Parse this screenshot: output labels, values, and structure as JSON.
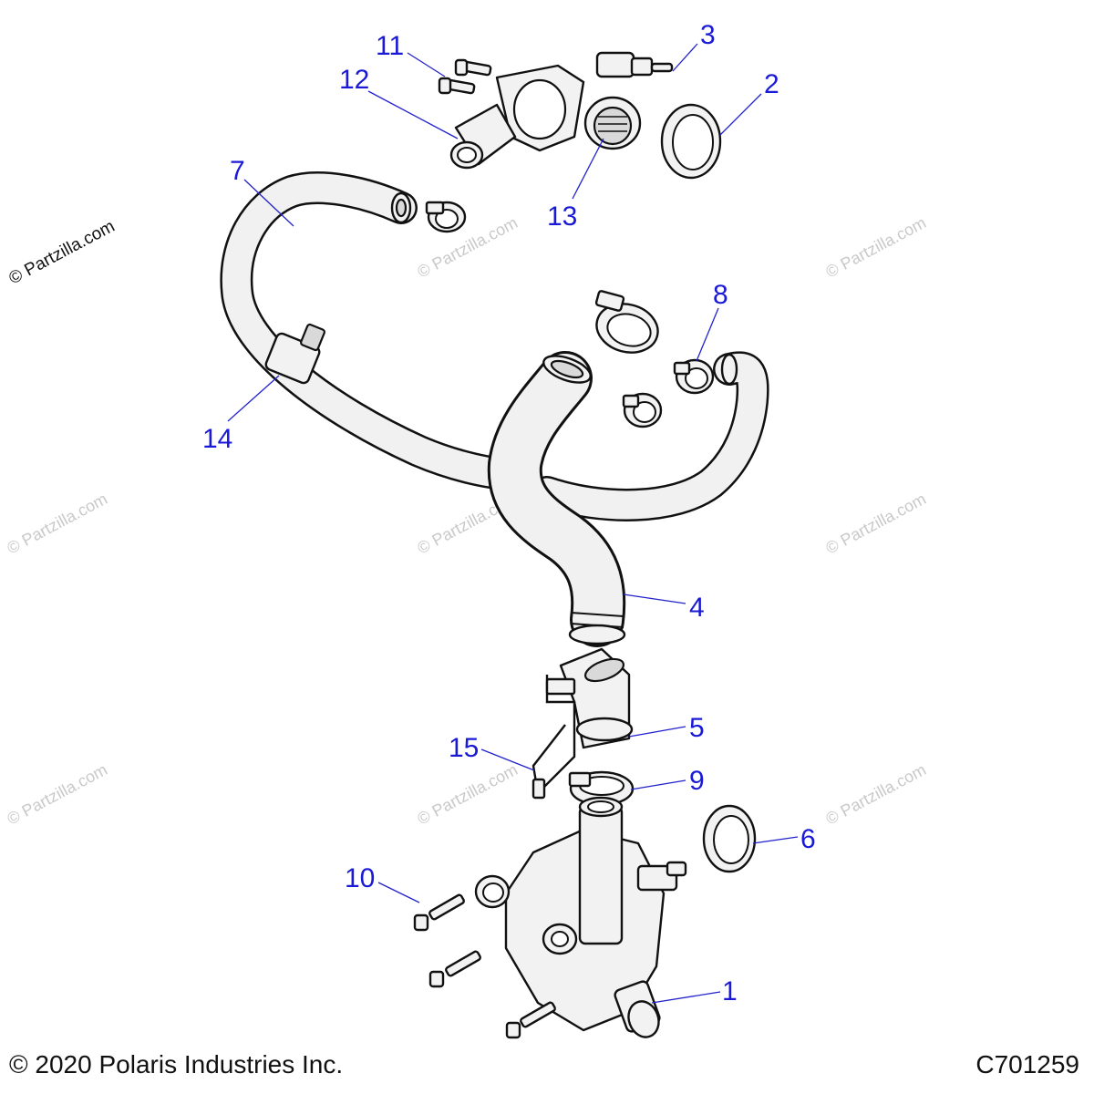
{
  "watermark": {
    "text": "© Partzilla.com"
  },
  "footer": {
    "copyright": "© 2020 Polaris Industries Inc.",
    "figure_code": "C701259"
  },
  "callouts": [
    {
      "id": "1",
      "label": "1"
    },
    {
      "id": "2",
      "label": "2"
    },
    {
      "id": "3",
      "label": "3"
    },
    {
      "id": "4",
      "label": "4"
    },
    {
      "id": "5",
      "label": "5"
    },
    {
      "id": "6",
      "label": "6"
    },
    {
      "id": "7",
      "label": "7"
    },
    {
      "id": "8",
      "label": "8"
    },
    {
      "id": "9",
      "label": "9"
    },
    {
      "id": "10",
      "label": "10"
    },
    {
      "id": "11",
      "label": "11"
    },
    {
      "id": "12",
      "label": "12"
    },
    {
      "id": "13",
      "label": "13"
    },
    {
      "id": "14",
      "label": "14"
    },
    {
      "id": "15",
      "label": "15"
    }
  ]
}
